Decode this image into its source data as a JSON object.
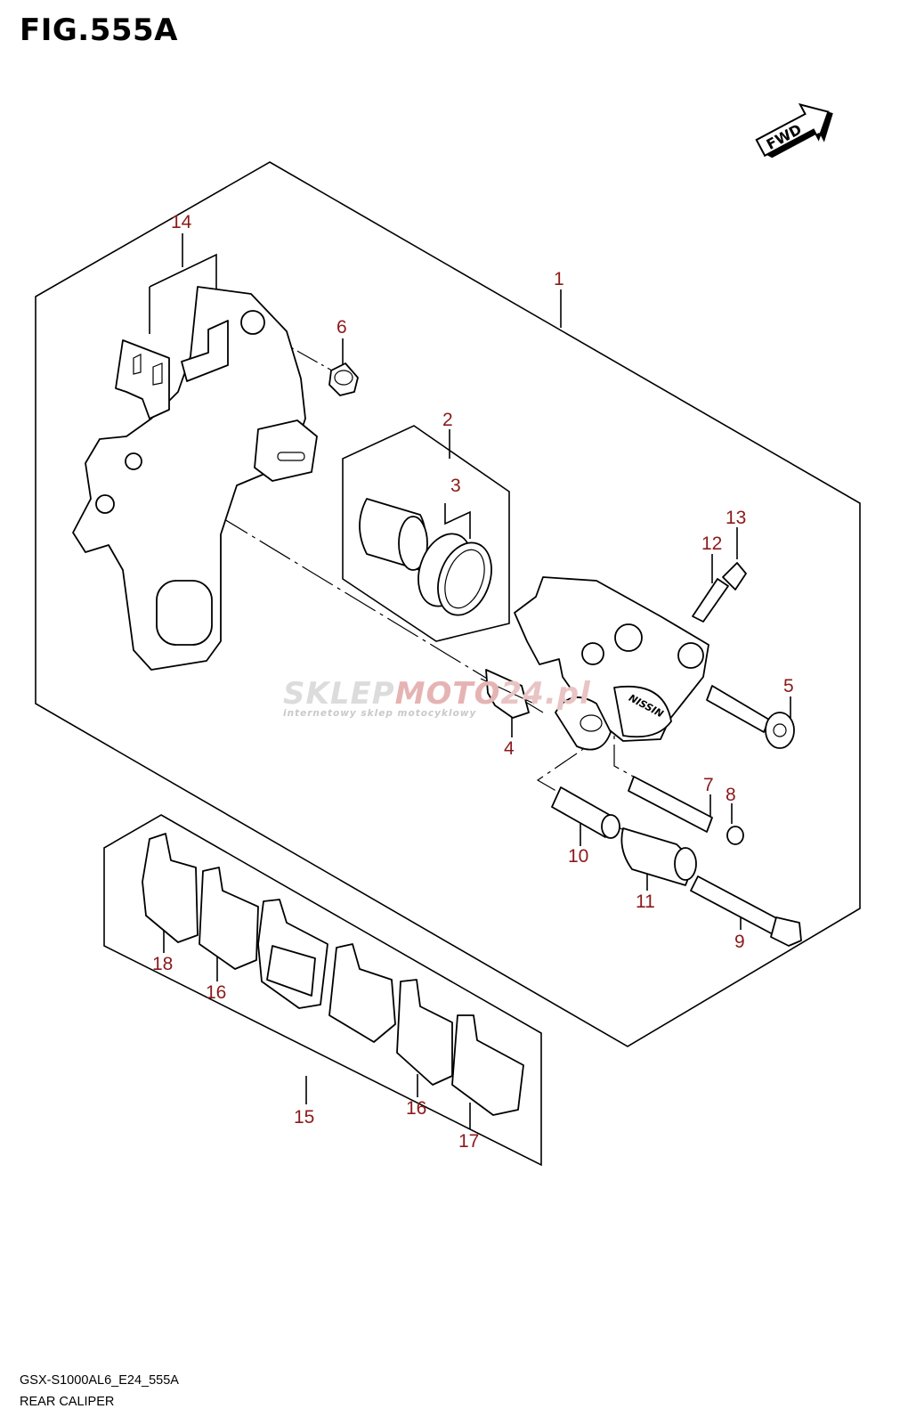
{
  "figure": {
    "title": "FIG.555A"
  },
  "fwd_label": "FWD",
  "watermark": {
    "brand_left": "SKLEP",
    "brand_right": "MOTO",
    "brand_tail": "24.pl",
    "tagline": "internetowy sklep motocyklowy"
  },
  "callouts": [
    "1",
    "2",
    "3",
    "4",
    "5",
    "6",
    "7",
    "8",
    "9",
    "10",
    "11",
    "12",
    "13",
    "14",
    "15",
    "16",
    "16",
    "17",
    "18"
  ],
  "footer": {
    "model_code": "GSX-S1000AL6_E24_555A",
    "caption": "REAR CALIPER"
  },
  "colors": {
    "callout": "#8b1a1a",
    "watermark_accent": "#e6b3b3",
    "line": "#000000"
  }
}
